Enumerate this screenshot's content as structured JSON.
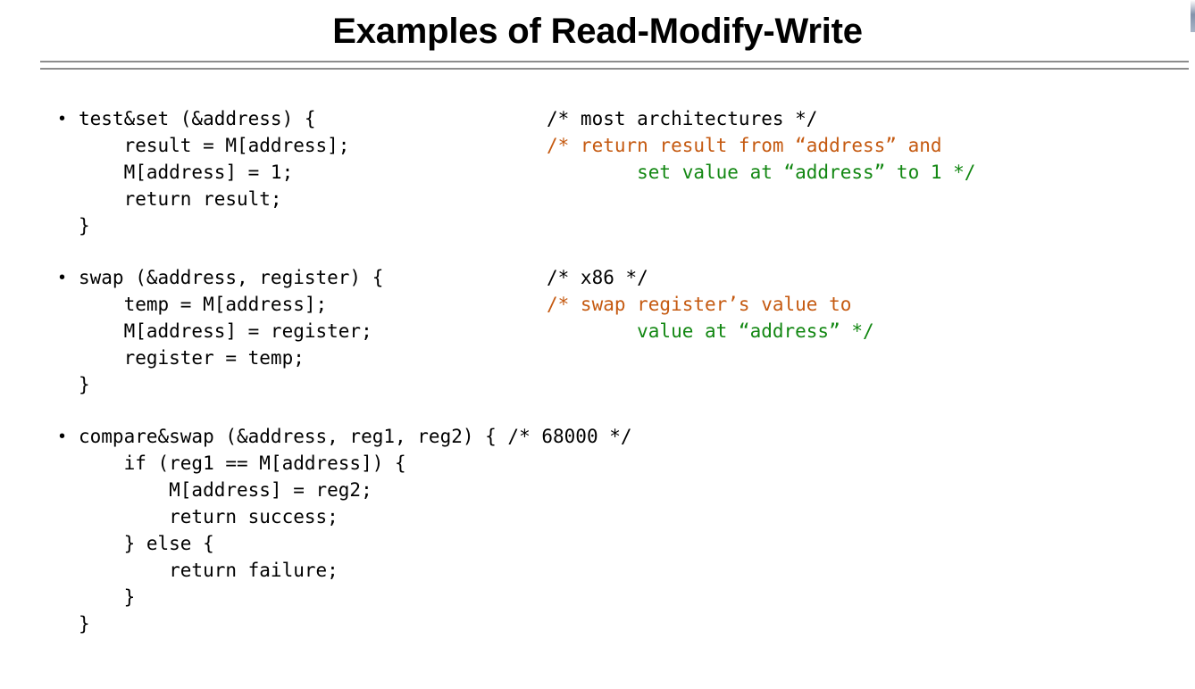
{
  "slide": {
    "title": "Examples of Read-Modify-Write",
    "colors": {
      "text": "#000000",
      "comment_orange": "#c55a11",
      "comment_green": "#128712",
      "rule_gray": "#8c8c8c",
      "background": "#ffffff"
    }
  },
  "blocks": [
    {
      "name": "test-and-set",
      "bullet": "•",
      "lines": [
        {
          "code": "test&set (&address) {",
          "comment": "/* most architectures */",
          "comment_color": "black"
        },
        {
          "code": "    result = M[address];",
          "comment": "/* return result from “address” and",
          "comment_color": "orange"
        },
        {
          "code": "    M[address] = 1;",
          "comment": "        set value at “address” to 1 */",
          "comment_color": "green"
        },
        {
          "code": "    return result;",
          "comment": "",
          "comment_color": "black"
        },
        {
          "code": "}",
          "comment": "",
          "comment_color": "black"
        }
      ]
    },
    {
      "name": "swap",
      "bullet": "•",
      "lines": [
        {
          "code": "swap (&address, register) {",
          "comment": "/* x86 */",
          "comment_color": "black"
        },
        {
          "code": "    temp = M[address];",
          "comment": "/* swap register’s value to",
          "comment_color": "orange"
        },
        {
          "code": "    M[address] = register;",
          "comment": "        value at “address” */",
          "comment_color": "green"
        },
        {
          "code": "    register = temp;",
          "comment": "",
          "comment_color": "black"
        },
        {
          "code": "}",
          "comment": "",
          "comment_color": "black"
        }
      ]
    },
    {
      "name": "compare-and-swap",
      "bullet": "•",
      "lines": [
        {
          "code": "compare&swap (&address, reg1, reg2) { /* 68000 */",
          "comment": "",
          "comment_color": "black"
        },
        {
          "code": "    if (reg1 == M[address]) {",
          "comment": "",
          "comment_color": "black"
        },
        {
          "code": "        M[address] = reg2;",
          "comment": "",
          "comment_color": "black"
        },
        {
          "code": "        return success;",
          "comment": "",
          "comment_color": "black"
        },
        {
          "code": "    } else {",
          "comment": "",
          "comment_color": "black"
        },
        {
          "code": "        return failure;",
          "comment": "",
          "comment_color": "black"
        },
        {
          "code": "    }",
          "comment": "",
          "comment_color": "black"
        },
        {
          "code": "}",
          "comment": "",
          "comment_color": "black"
        }
      ]
    }
  ]
}
